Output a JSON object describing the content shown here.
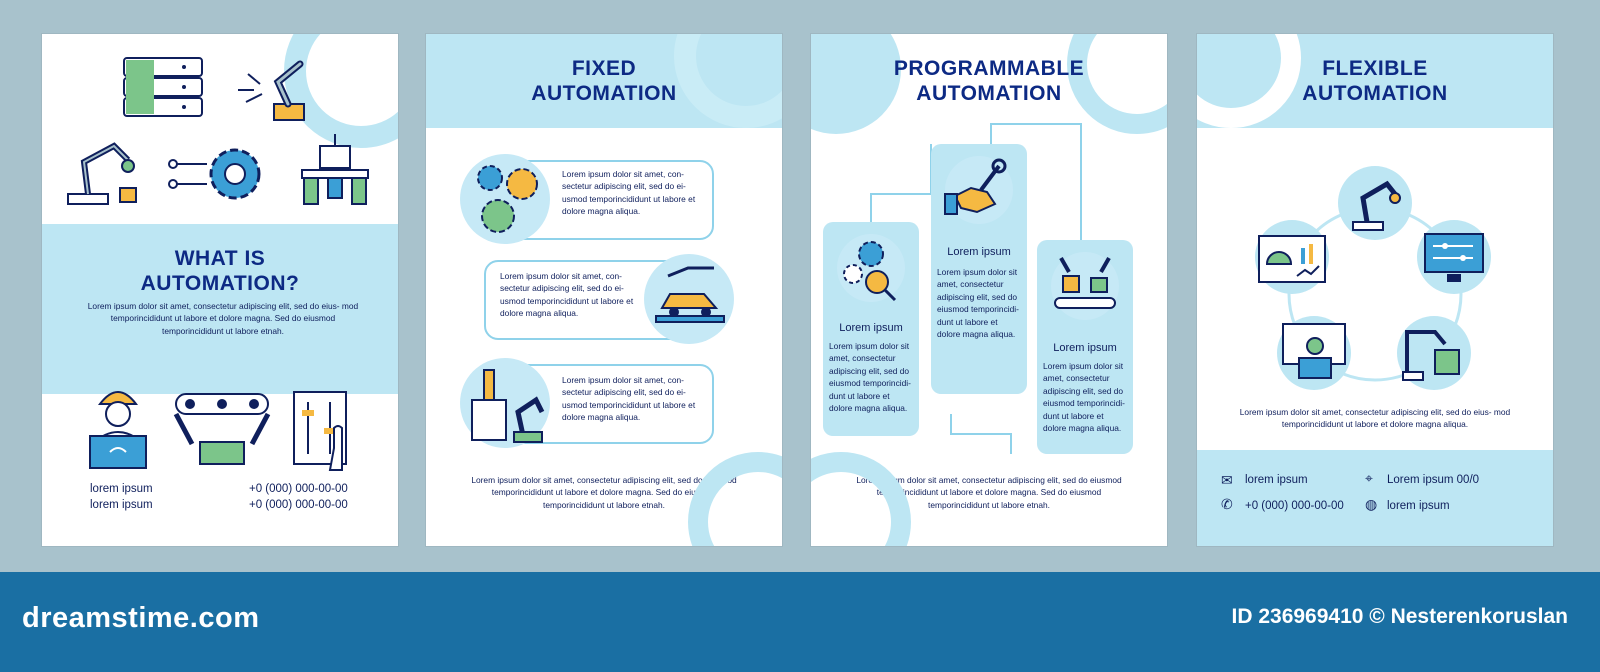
{
  "pages": {
    "p1": {
      "title_line1": "WHAT IS",
      "title_line2": "AUTOMATION?",
      "body": "Lorem ipsum dolor sit amet, consectetur adipiscing elit, sed do eius- mod temporincididunt ut labore et dolore magna. Sed do eiusmod temporincididunt ut labore etnah.",
      "contact_label1": "lorem ipsum",
      "contact_label2": "lorem ipsum",
      "phone1": "+0 (000) 000-00-00",
      "phone2": "+0 (000) 000-00-00"
    },
    "p2": {
      "title_line1": "FIXED",
      "title_line2": "AUTOMATION",
      "block1": "Lorem ipsum dolor sit amet, con- sectetur adipiscing elit, sed do ei- usmod temporincididunt ut labore et dolore magna aliqua.",
      "block2": "Lorem ipsum dolor sit amet, con- sectetur adipiscing elit, sed do ei- usmod temporincididunt ut labore et dolore magna aliqua.",
      "block3": "Lorem ipsum dolor sit amet, con- sectetur adipiscing elit, sed do ei- usmod temporincididunt ut labore et dolore magna aliqua.",
      "footer_text": "Lorem ipsum dolor sit amet, consectetur adipiscing elit, sed do eiusmod temporincididunt ut labore et dolore magna. Sed do eiusmod temporincididunt ut labore etnah."
    },
    "p3": {
      "title_line1": "PROGRAMMABLE",
      "title_line2": "AUTOMATION",
      "col1_label": "Lorem ipsum",
      "col1_text": "Lorem ipsum dolor sit amet, consectetur adipiscing elit, sed do eiusmod temporincidi- dunt ut labore et dolore magna aliqua.",
      "col2_label": "Lorem ipsum",
      "col2_text": "Lorem ipsum dolor sit amet, consectetur adipiscing elit, sed do eiusmod temporincidi- dunt ut labore et dolore magna aliqua.",
      "col3_label": "Lorem ipsum",
      "col3_text": "Lorem ipsum dolor sit amet, consectetur adipiscing elit, sed do eiusmod temporincidi- dunt ut labore et dolore magna aliqua.",
      "footer_text": "Lorem ipsum dolor sit amet, consectetur adipiscing elit, sed do eiusmod temporincididunt ut labore et dolore magna. Sed do eiusmod temporincididunt ut labore etnah."
    },
    "p4": {
      "title_line1": "FLEXIBLE",
      "title_line2": "AUTOMATION",
      "body": "Lorem ipsum dolor sit amet, consectetur adipiscing elit, sed do eius- mod temporincididunt ut labore et dolore magna aliqua.",
      "email": "lorem ipsum",
      "address": "Lorem ipsum 00/0",
      "phone": "+0 (000) 000-00-00",
      "website": "lorem ipsum"
    }
  },
  "footer": {
    "brand": "dreamstime.com",
    "credit": "ID 236969410 © Nesterenkoruslan"
  },
  "colors": {
    "background": "#a8c2cc",
    "light_blue": "#bde6f3",
    "accent_border": "#8fd2ea",
    "title_navy": "#0d2a84",
    "footer_blue": "#1a6fa3"
  },
  "icons": [
    "server-icon",
    "robot-arm-icon",
    "gear-icon",
    "smart-farm-icon",
    "worker-laptop-icon",
    "conveyor-icon",
    "control-panel-icon",
    "gears-icon",
    "car-assembly-icon",
    "lab-robot-icon",
    "wrench-hand-icon",
    "packaging-robot-icon",
    "dashboard-icon",
    "network-monitor-icon",
    "pc-operator-icon",
    "cube-robot-icon",
    "mail-icon",
    "phone-icon",
    "location-icon",
    "globe-icon"
  ]
}
